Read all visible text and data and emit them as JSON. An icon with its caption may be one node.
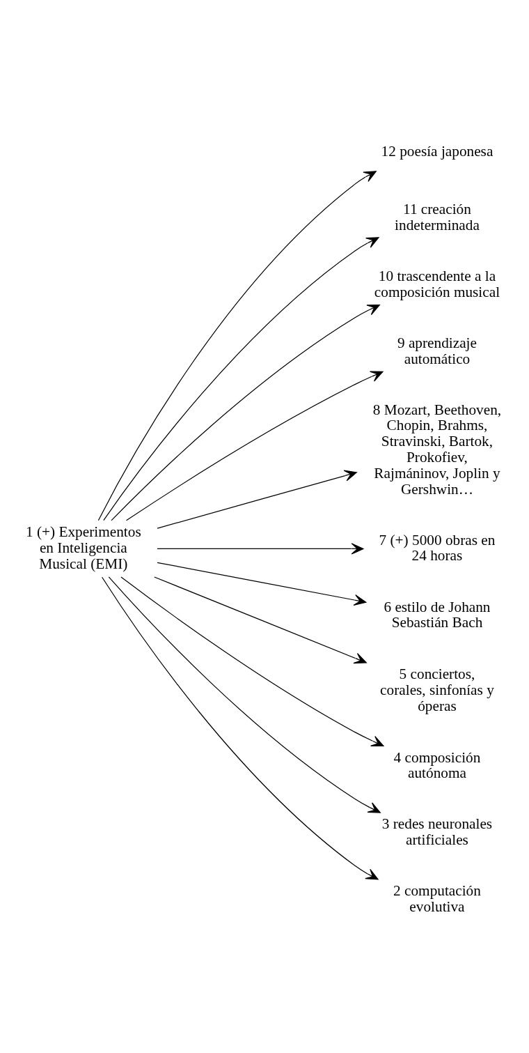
{
  "diagram": {
    "nodes": [
      {
        "text": [
          "1 (+) Experimentos en Inteligencia Musical (EMI)"
        ]
      },
      {
        "text": [
          "12 poesía japonesa"
        ]
      },
      {
        "text": [
          "11 creación indeterminada"
        ]
      },
      {
        "text": [
          "10 trascendente a la composición musical"
        ]
      },
      {
        "text": [
          "9 aprendizaje automático"
        ]
      },
      {
        "text": [
          "8 Mozart, Beethoven, Chopin, Brahms, Stravinski, Bartok, Prokofiev, Rajmáninov, Joplin y Gershwin…"
        ]
      },
      {
        "text": [
          "7 (+) 5000 obras en 24 horas"
        ]
      },
      {
        "text": [
          "6 estilo de Johann Sebastián Bach"
        ]
      },
      {
        "text": [
          "5 conciertos, corales, sinfonías y óperas"
        ]
      },
      {
        "text": [
          "4 composición autónoma"
        ]
      },
      {
        "text": [
          "3 redes neuronales artificiales"
        ]
      },
      {
        "text": [
          "2 computación evolutiva"
        ]
      }
    ],
    "edges": [
      {
        "from": 0,
        "to": 1,
        "arrow": "to"
      },
      {
        "from": 0,
        "to": 2,
        "arrow": "to"
      },
      {
        "from": 0,
        "to": 3,
        "arrow": "to"
      },
      {
        "from": 0,
        "to": 4,
        "arrow": "to"
      },
      {
        "from": 0,
        "to": 5,
        "arrow": "to"
      },
      {
        "from": 0,
        "to": 6,
        "arrow": "to"
      },
      {
        "from": 0,
        "to": 7,
        "arrow": "to"
      },
      {
        "from": 0,
        "to": 8,
        "arrow": "to"
      },
      {
        "from": 0,
        "to": 9,
        "arrow": "to"
      },
      {
        "from": 0,
        "to": 10,
        "arrow": "to"
      },
      {
        "from": 0,
        "to": 11,
        "arrow": "to"
      }
    ]
  }
}
